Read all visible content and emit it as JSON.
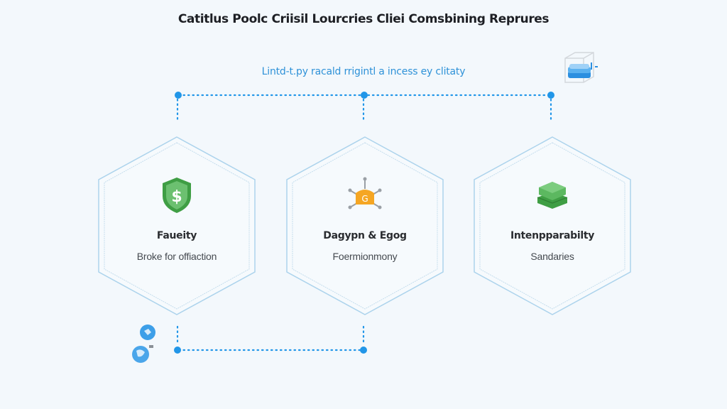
{
  "header": {
    "title": "Catitlus Poolc Criisil Lourcries Cliei Comsbining Reprures",
    "subtitle": "Lintd-t.py racald rrigintl a incess ey clitaty"
  },
  "colors": {
    "accent": "#2196e8",
    "hex_border": "#a9d2ec",
    "background": "#f3f8fc",
    "green": "#4caf50",
    "orange": "#f5a623"
  },
  "cards": [
    {
      "title": "Faueity",
      "subtitle": "Broke for offiaction",
      "icon": "shield-dollar-icon"
    },
    {
      "title": "Dagypn & Egog",
      "subtitle": "Foermionmony",
      "icon": "network-hub-icon"
    },
    {
      "title": "Intenpparabilty",
      "subtitle": "Sandaries",
      "icon": "stack-layers-icon"
    }
  ],
  "decorations": {
    "top_right_icon": "database-cube-icon",
    "bottom_left_icon": "globe-icon"
  }
}
